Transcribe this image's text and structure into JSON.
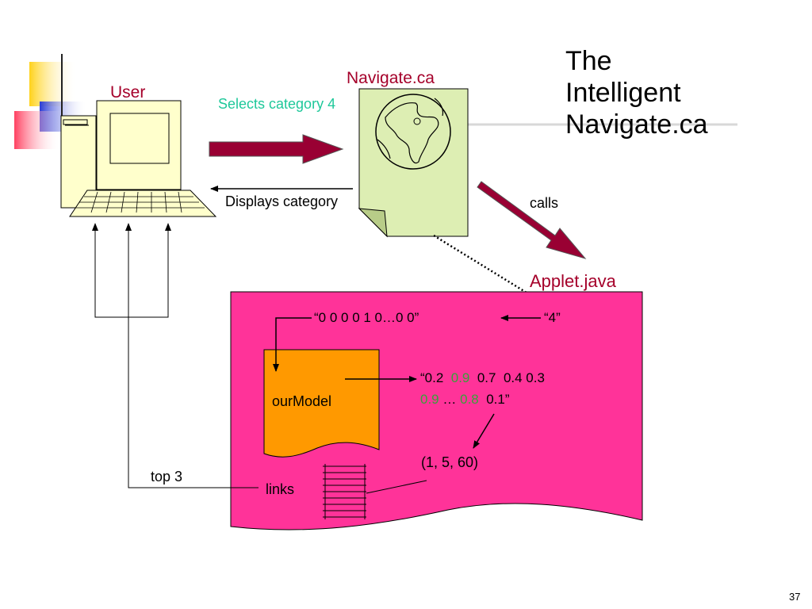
{
  "slide": {
    "title_lines": [
      "The",
      "Intelligent",
      "Navigate.ca"
    ],
    "page_number": "37"
  },
  "labels": {
    "user": "User",
    "navigate": "Navigate.ca",
    "selects": "Selects category 4",
    "displays": "Displays category",
    "calls": "calls",
    "applet": "Applet.java",
    "vector_input": "“0 0 0 0 1 0…0 0”",
    "category_value": "“4”",
    "ourmodel": "ourModel",
    "scores_line1": [
      "“0.2",
      "0.9",
      "0.7",
      "0.4 0.3"
    ],
    "scores_line2": [
      "0.9",
      "…",
      "0.8",
      "0.1”"
    ],
    "top_ids": "(1, 5, 60)",
    "links": "links",
    "top3": "top 3"
  },
  "colors": {
    "applet_box": "#ff3399",
    "model_box": "#ff9900",
    "navigate_page": "#ddeeb3",
    "computer": "#ffffcc",
    "arrow": "#990033",
    "label_red": "#a5002a",
    "highlight_green": "#3aa03a",
    "teal": "#1ec89a"
  }
}
